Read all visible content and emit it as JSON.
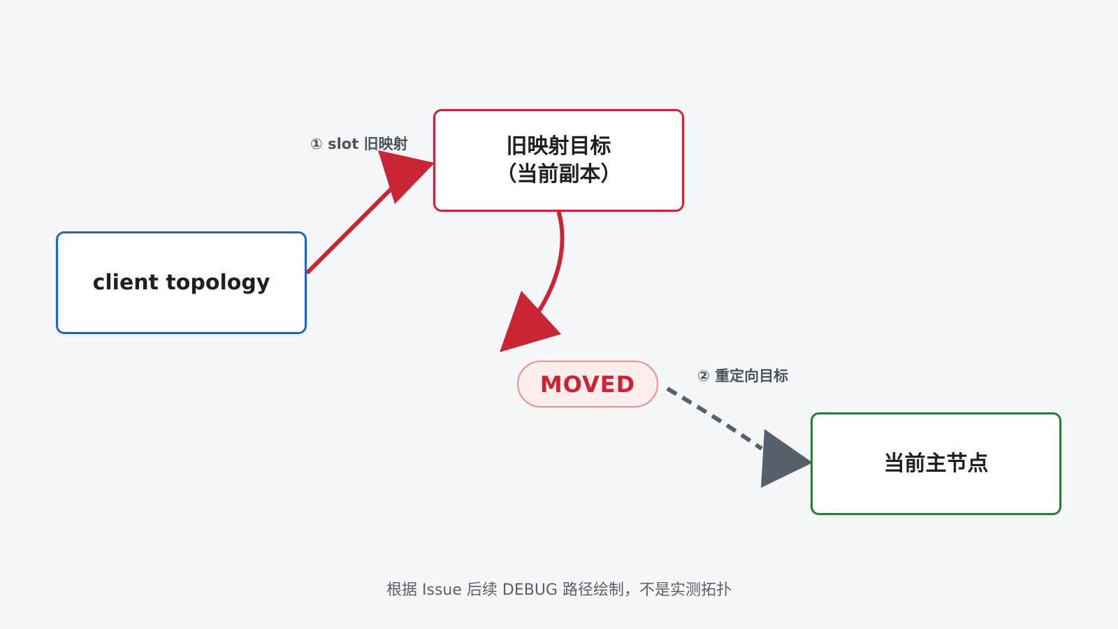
{
  "nodes": {
    "client": "client topology",
    "old_target": "旧映射目标\n（当前副本）",
    "current_master": "当前主节点"
  },
  "status_badge": "MOVED",
  "edges": {
    "step1_label": "① slot 旧映射",
    "step2_label": "② 重定向目标"
  },
  "caption": "根据 Issue 后续 DEBUG 路径绘制，不是实测拓扑",
  "colors": {
    "background": "#f6f7f9",
    "client_border": "#1f63c6",
    "old_target_border": "#c92535",
    "master_border": "#2a7a3a",
    "moved_text": "#c92535",
    "moved_fill": "#fdeeee",
    "redirect_edge": "#56606b"
  }
}
